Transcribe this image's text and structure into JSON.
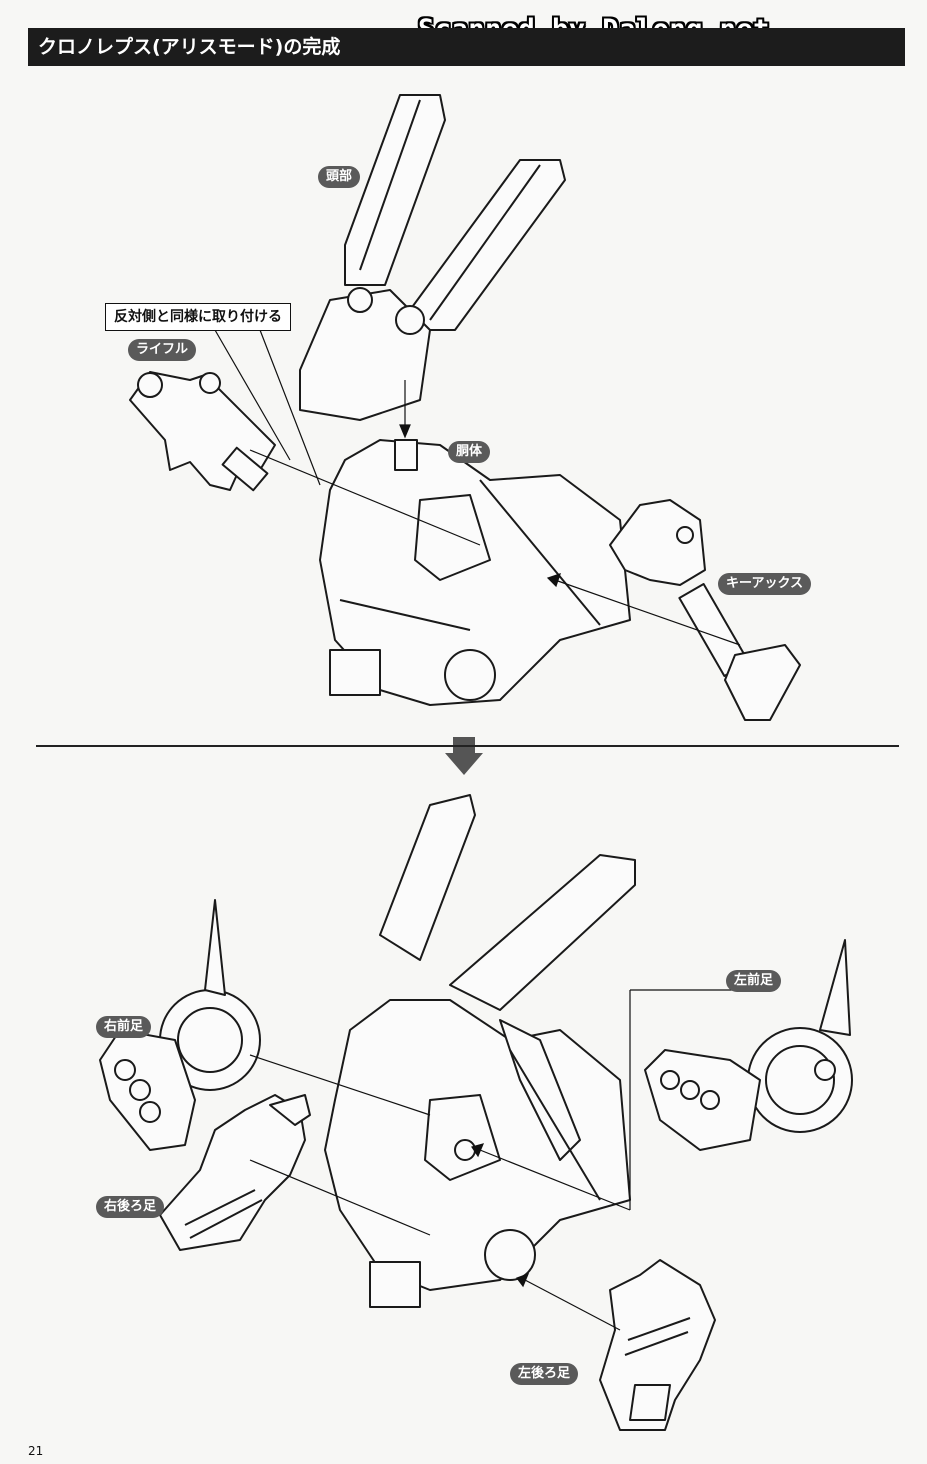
{
  "watermark": "Scanned by Dalong.net",
  "title": "クロノレプス(アリスモード)の完成",
  "step1": {
    "callout": "反対側と同様に取り付ける",
    "labels": {
      "head": "頭部",
      "rifle": "ライフル",
      "torso": "胴体",
      "key_axe": "キーアックス"
    }
  },
  "step2": {
    "labels": {
      "left_front_leg": "左前足",
      "right_front_leg": "右前足",
      "right_rear_leg": "右後ろ足",
      "left_rear_leg": "左後ろ足"
    }
  },
  "page_number": "21"
}
